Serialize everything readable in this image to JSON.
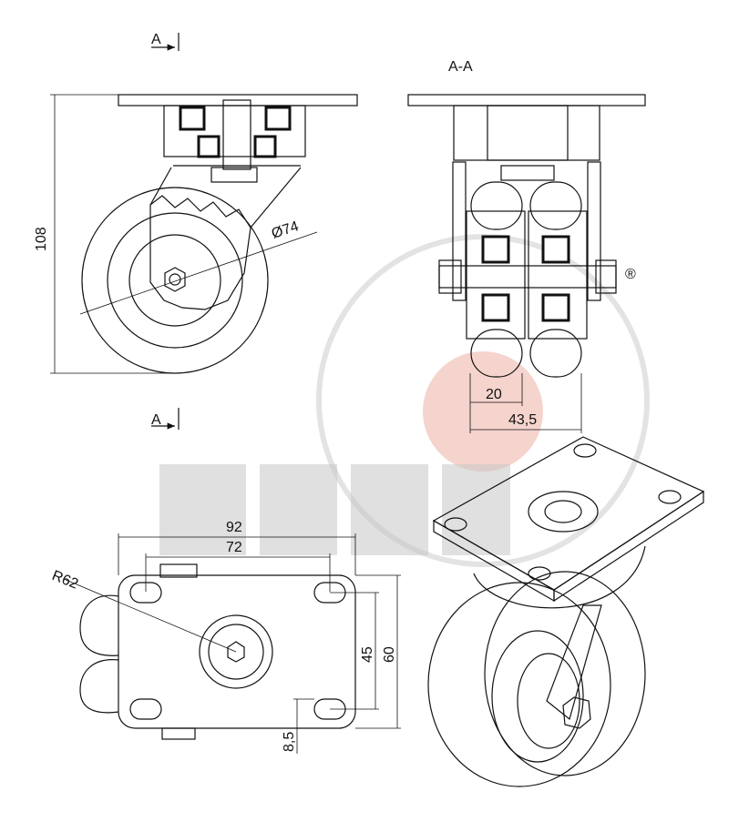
{
  "section": {
    "marker_top": "A",
    "marker_bottom": "A",
    "title": "A-A"
  },
  "dimensions": {
    "height": "108",
    "wheel_diameter": "Ø74",
    "inner_width": "20",
    "outer_width": "43,5",
    "plate_length": "92",
    "hole_spacing_long": "72",
    "radius": "R62",
    "hole_spacing_short": "45",
    "plate_width": "60",
    "offset": "8,5"
  },
  "watermark": {
    "mark": "®"
  },
  "colors": {
    "line": "#111111",
    "watermark_grey": "#c7c7c7",
    "watermark_red": "#f3c9c0"
  }
}
